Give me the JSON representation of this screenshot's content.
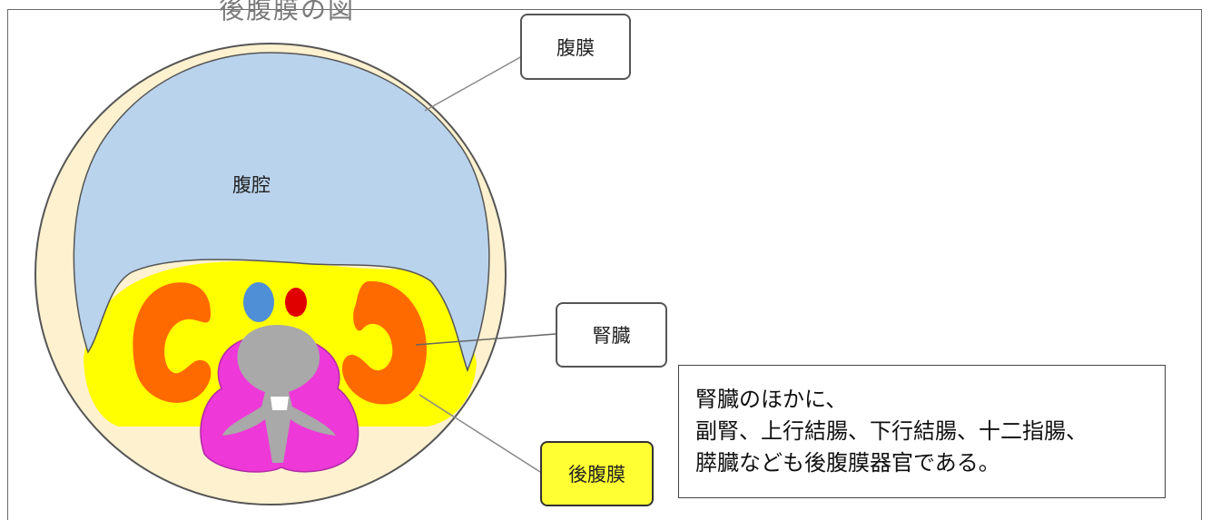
{
  "title": "後腹膜の図",
  "labels": {
    "peritoneum": "腹膜",
    "cavity": "腹腔",
    "kidney": "腎臓",
    "retroperitoneum": "後腹膜"
  },
  "note": {
    "line1": "腎臓のほかに、",
    "line2": "副腎、上行結腸、下行結腸、十二指腸、",
    "line3": "膵臓なども後腹膜器官である。"
  },
  "colors": {
    "body_wall": "#fdf1cf",
    "cavity": "#b9d3ec",
    "retroperitoneum": "#ffff00",
    "kidney": "#ff6a00",
    "vein": "#4f8fd6",
    "aorta": "#e00000",
    "spine": "#a9a9a9",
    "muscle": "#ee38d8"
  }
}
